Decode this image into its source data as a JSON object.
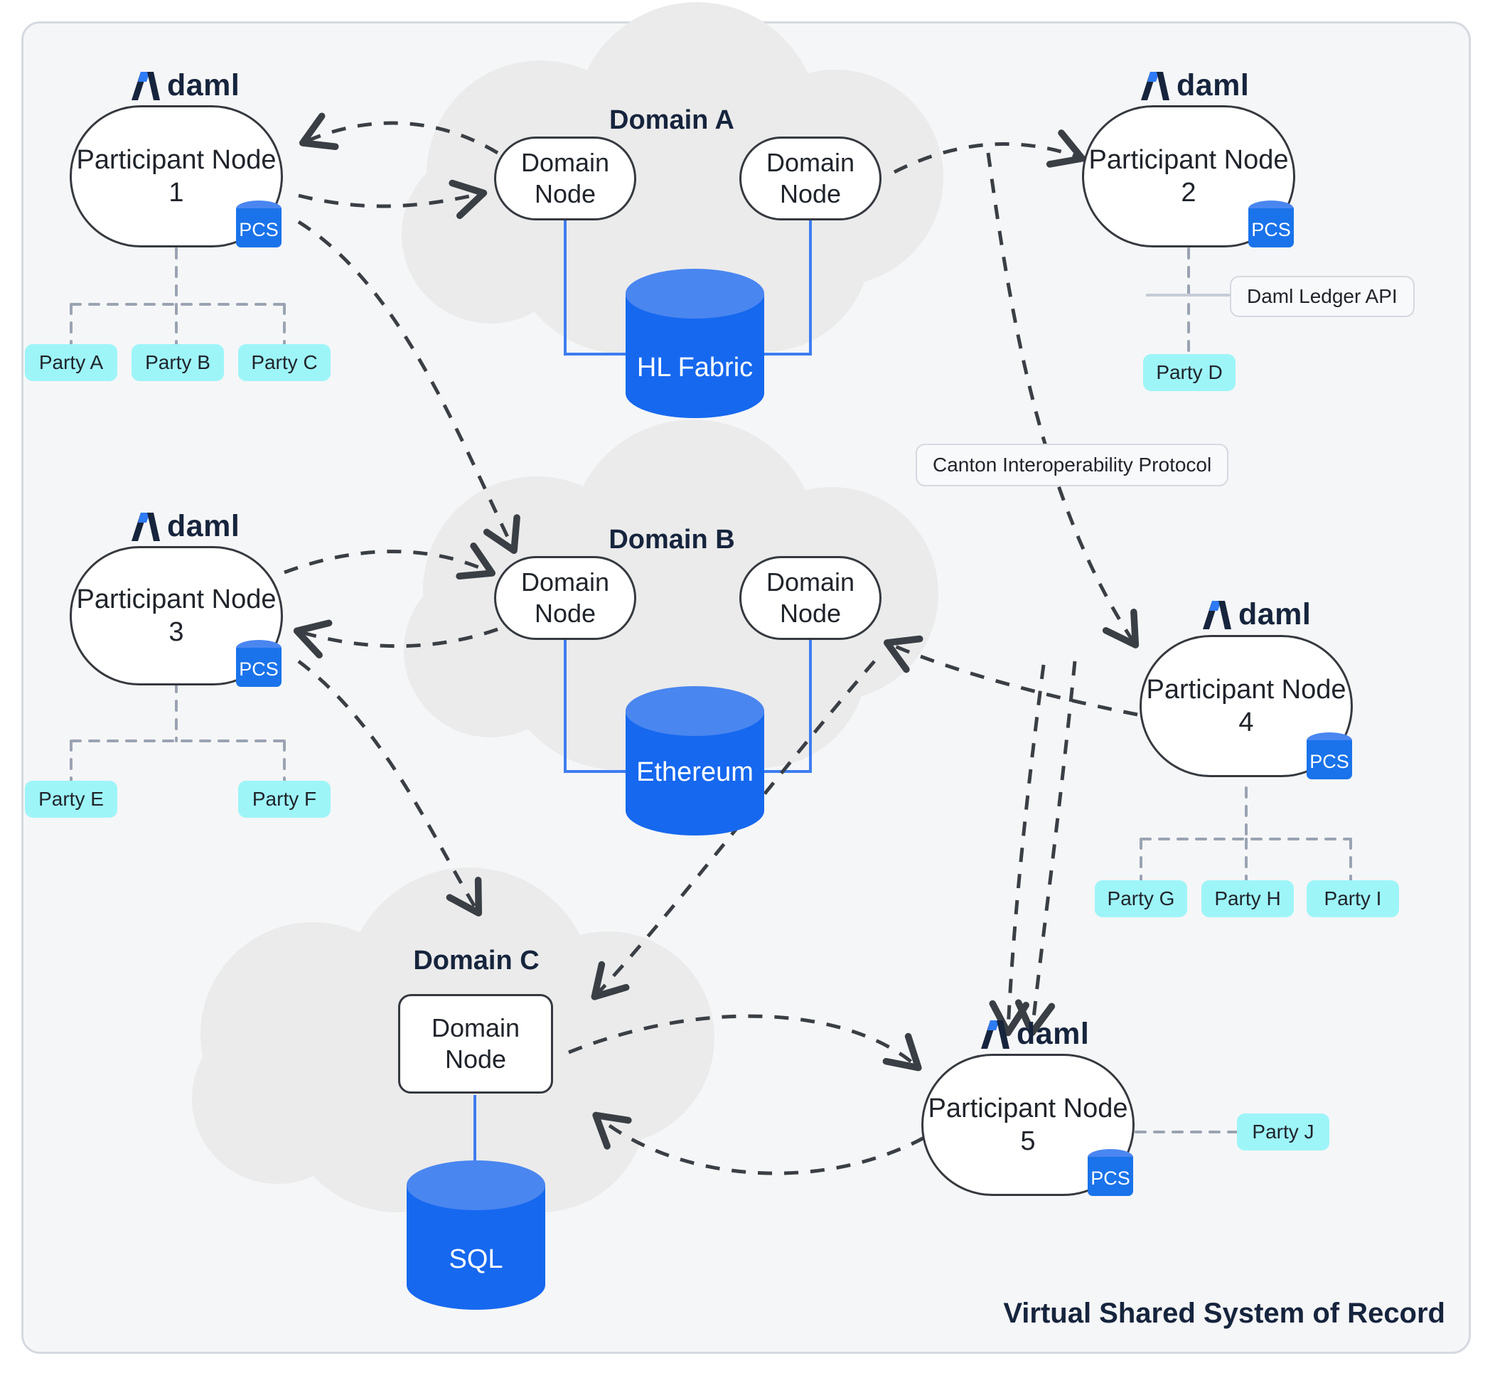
{
  "canvas": {
    "background": "#f5f6f7",
    "border_color": "#d5d9e0"
  },
  "colors": {
    "accent_blue": "#1668ef",
    "accent_blue_light": "#4a86f0",
    "party_cyan": "#9ef5f8",
    "cloud_gray": "#ebebeb",
    "node_stroke": "#35393f",
    "text_navy": "#16243d",
    "dashed_gray": "#9aa3b2",
    "arrow_dark": "#3a3f45"
  },
  "brand": {
    "logo_mark": "lambda-mark",
    "logo_word": "daml"
  },
  "participants": [
    {
      "id": "pn1",
      "label": "Participant Node 1",
      "store_label": "PCS",
      "logo_word": "daml"
    },
    {
      "id": "pn2",
      "label": "Participant Node 2",
      "store_label": "PCS",
      "logo_word": "daml"
    },
    {
      "id": "pn3",
      "label": "Participant Node 3",
      "store_label": "PCS",
      "logo_word": "daml"
    },
    {
      "id": "pn4",
      "label": "Participant Node 4",
      "store_label": "PCS",
      "logo_word": "daml"
    },
    {
      "id": "pn5",
      "label": "Participant Node 5",
      "store_label": "PCS",
      "logo_word": "daml"
    }
  ],
  "domains": [
    {
      "id": "domA",
      "title": "Domain A",
      "nodes": [
        {
          "label": "Domain Node"
        },
        {
          "label": "Domain Node"
        }
      ],
      "ledger": {
        "label": "HL Fabric"
      }
    },
    {
      "id": "domB",
      "title": "Domain B",
      "nodes": [
        {
          "label": "Domain Node"
        },
        {
          "label": "Domain Node"
        }
      ],
      "ledger": {
        "label": "Ethereum"
      }
    },
    {
      "id": "domC",
      "title": "Domain C",
      "nodes": [
        {
          "label": "Domain Node"
        }
      ],
      "ledger": {
        "label": "SQL"
      }
    }
  ],
  "parties": [
    {
      "id": "pa",
      "label": "Party A",
      "owner": "pn1"
    },
    {
      "id": "pb",
      "label": "Party B",
      "owner": "pn1"
    },
    {
      "id": "pc",
      "label": "Party C",
      "owner": "pn1"
    },
    {
      "id": "pd",
      "label": "Party D",
      "owner": "pn2"
    },
    {
      "id": "pe",
      "label": "Party E",
      "owner": "pn3"
    },
    {
      "id": "pf",
      "label": "Party F",
      "owner": "pn3"
    },
    {
      "id": "pg",
      "label": "Party G",
      "owner": "pn4"
    },
    {
      "id": "ph",
      "label": "Party H",
      "owner": "pn4"
    },
    {
      "id": "pi",
      "label": "Party I",
      "owner": "pn4"
    },
    {
      "id": "pj",
      "label": "Party J",
      "owner": "pn5"
    }
  ],
  "annotations": {
    "ledger_api": "Daml Ledger API",
    "interop": "Canton Interoperability Protocol"
  },
  "footer": {
    "caption": "Virtual Shared System of Record"
  }
}
